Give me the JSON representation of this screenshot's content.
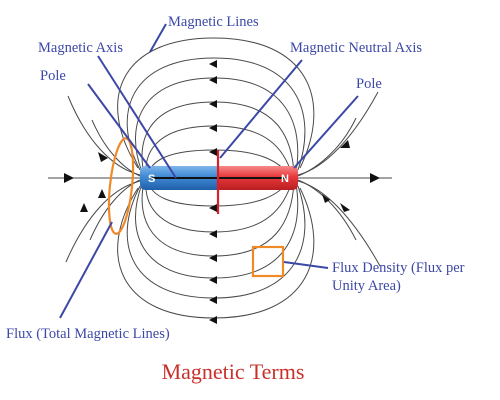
{
  "colors": {
    "field_line": "#4a4a4a",
    "label_text": "#3c48a6",
    "pointer": "#3c48a6",
    "north_pole": "#e8383a",
    "south_pole": "#3f89d4",
    "neutral_axis": "#d81f2a",
    "highlight": "#f08a28",
    "title": "#c8312b"
  },
  "labels": {
    "magnetic_lines": "Magnetic Lines",
    "magnetic_axis": "Magnetic Axis",
    "magnetic_neutral_axis": "Magnetic Neutral Axis",
    "pole_left": "Pole",
    "pole_right": "Pole",
    "flux_density_line1": "Flux Density (Flux per",
    "flux_density_line2": "Unity Area)",
    "flux_total": "Flux (Total Magnetic Lines)"
  },
  "magnet": {
    "south_label": "S",
    "north_label": "N"
  },
  "caption": "Magnetic Terms"
}
